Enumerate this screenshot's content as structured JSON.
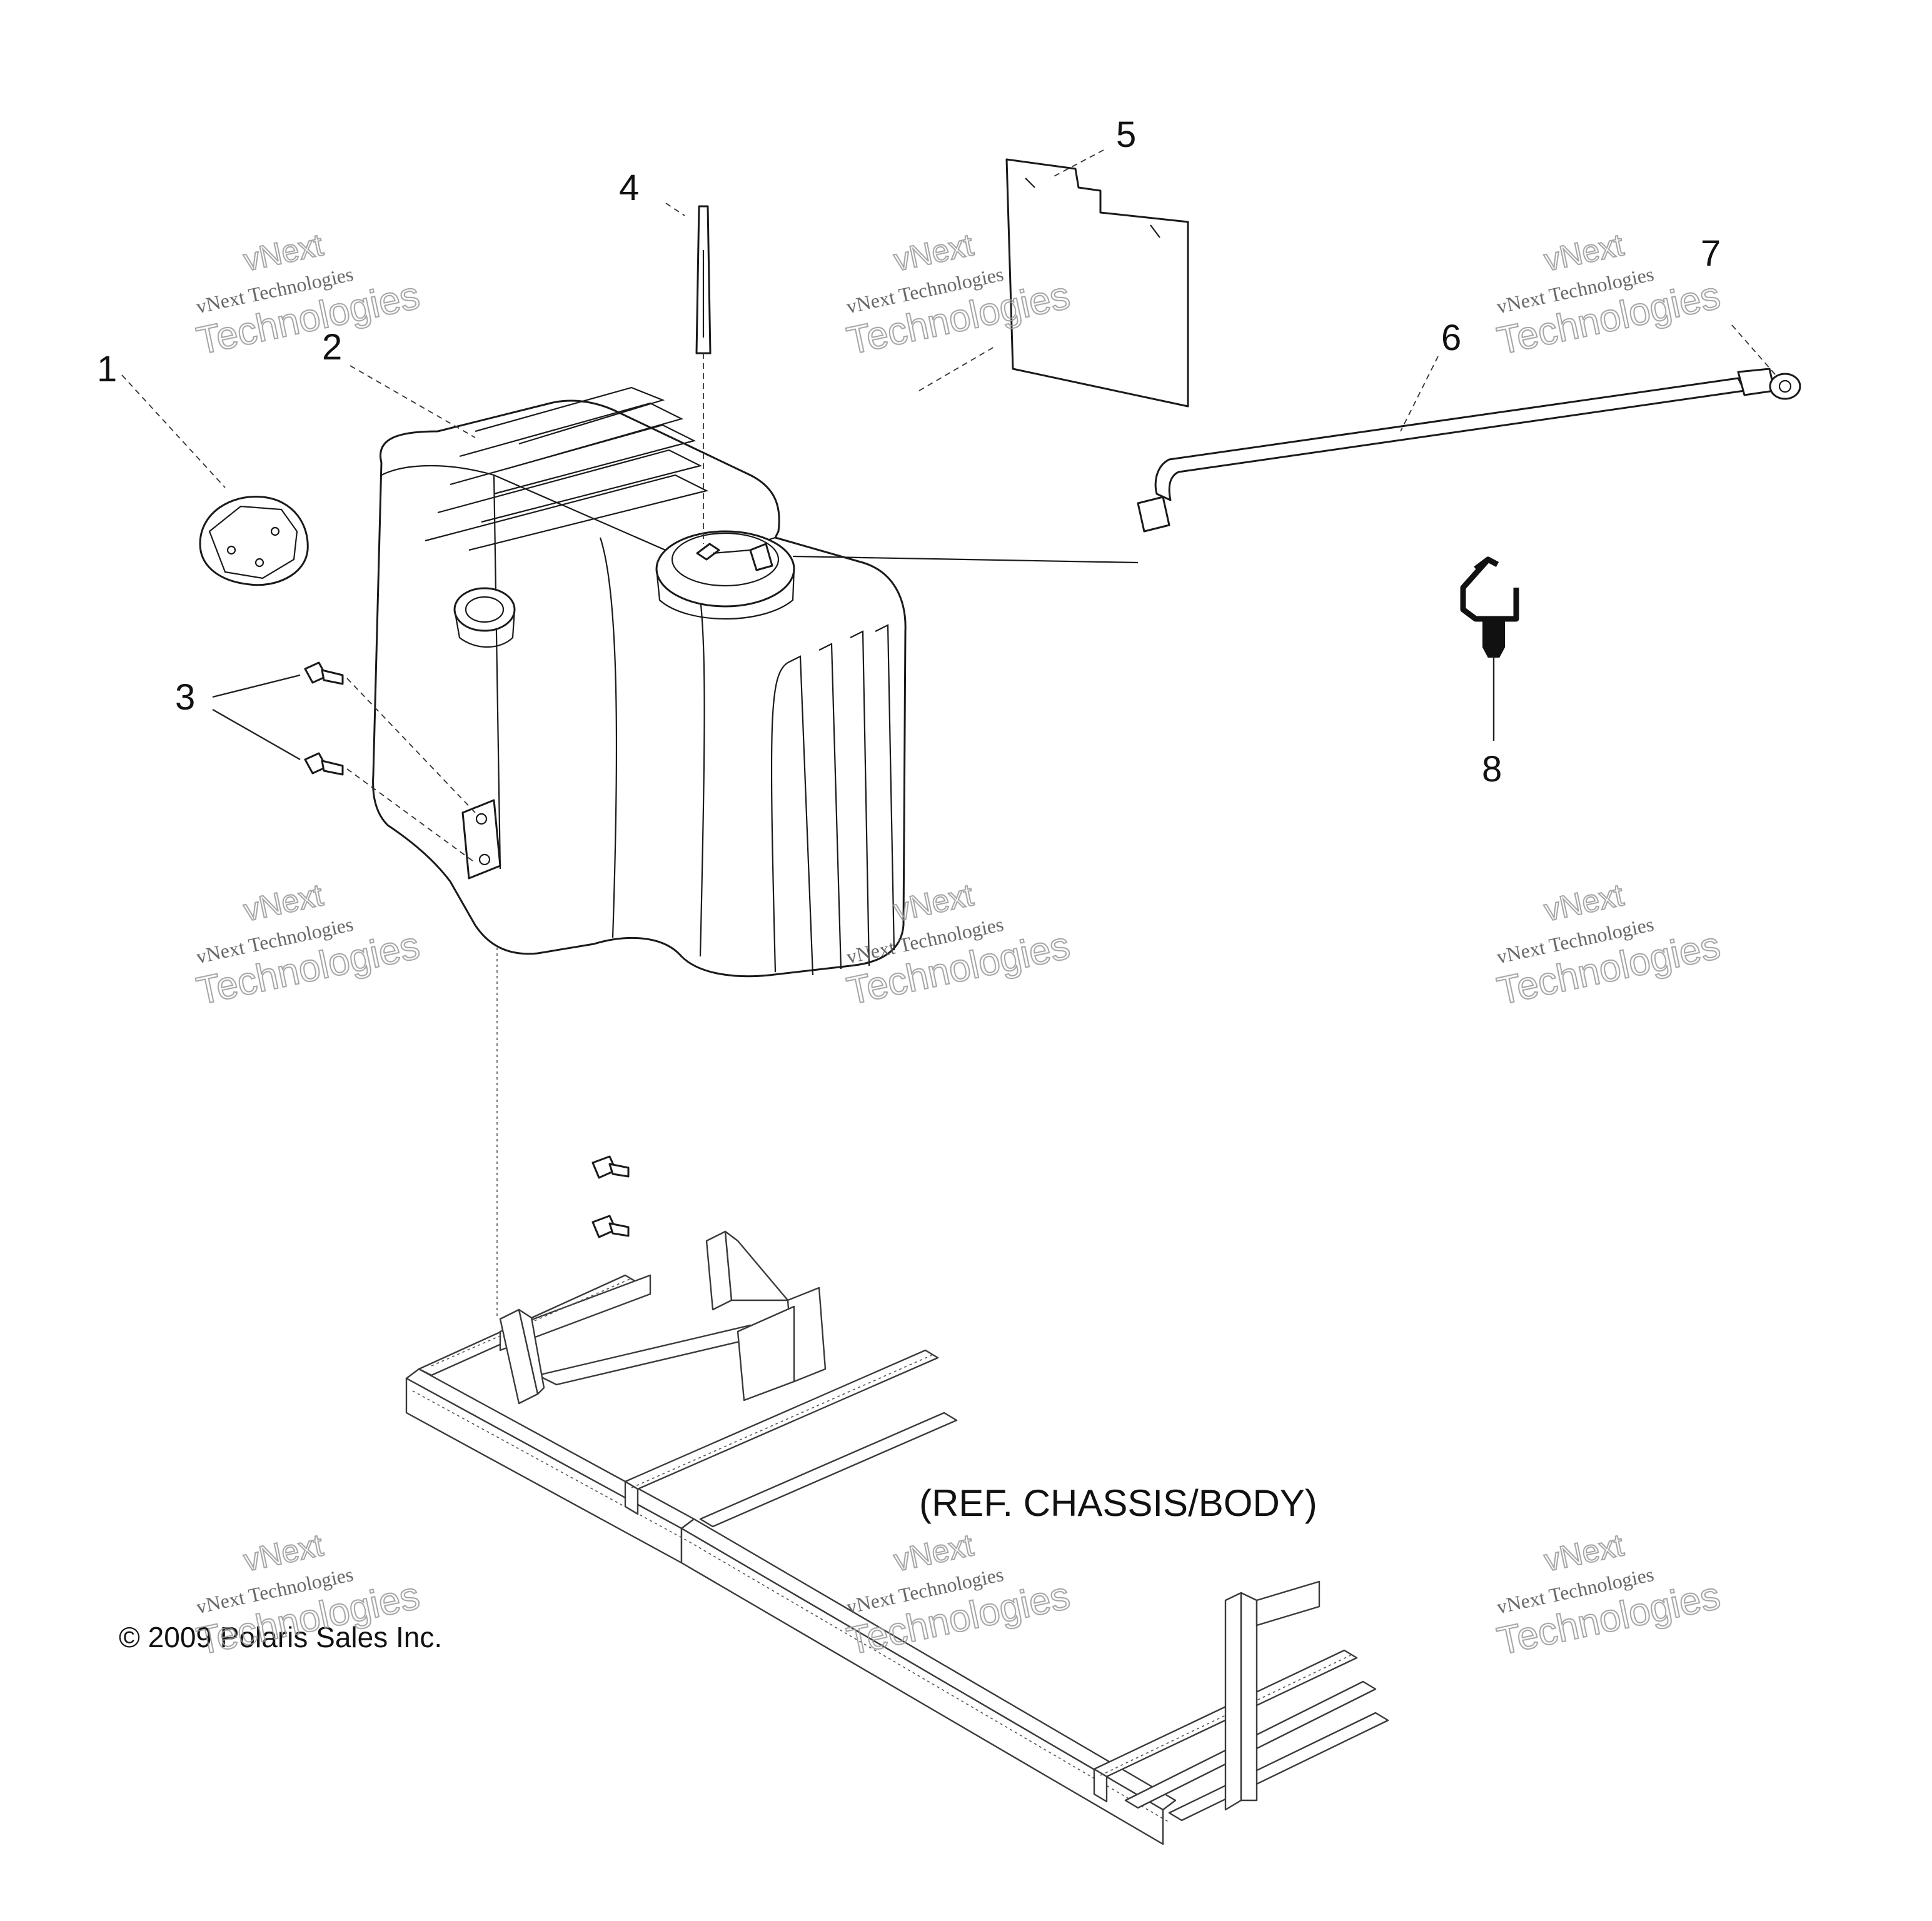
{
  "diagram": {
    "callouts": [
      "1",
      "2",
      "3",
      "4",
      "5",
      "6",
      "7",
      "8"
    ],
    "reference_note": "(REF. CHASSIS/BODY)",
    "copyright": "© 2009 Polaris Sales Inc."
  },
  "watermark": {
    "line0": "vNext",
    "line1": "vNext Technologies",
    "line2": "Technologies"
  },
  "colors": {
    "ink": "#1a1a1a",
    "watermark": "#9a9a9a",
    "background": "#ffffff"
  }
}
